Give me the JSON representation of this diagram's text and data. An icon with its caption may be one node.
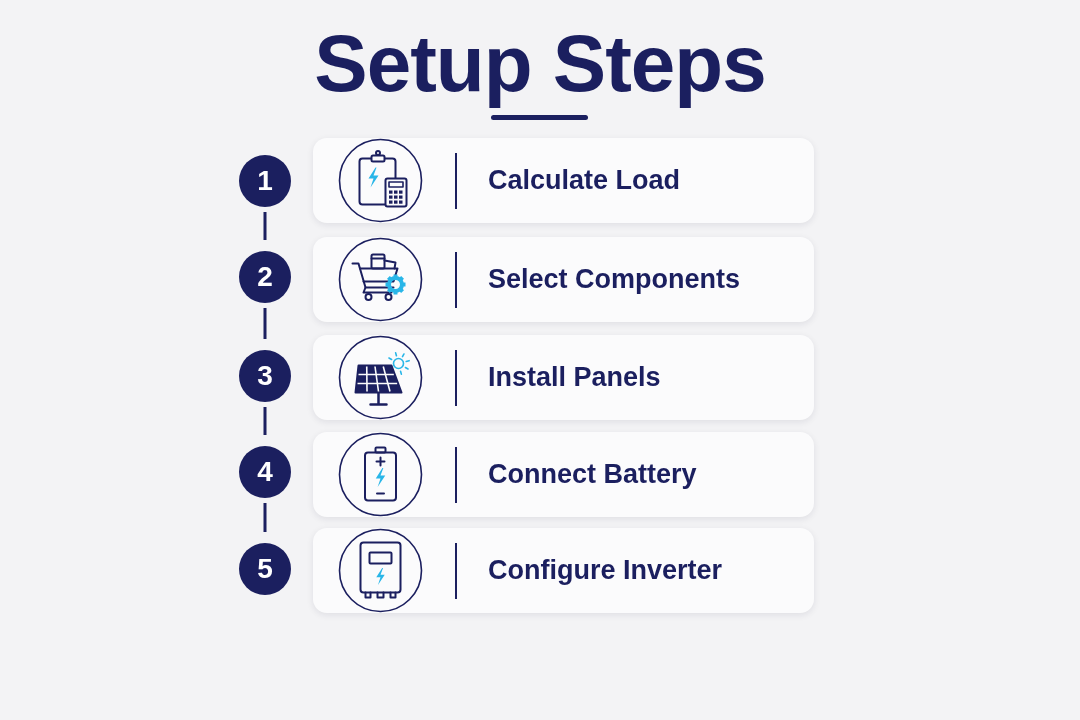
{
  "diagram": {
    "title": "Setup Steps",
    "nodes": [
      {
        "text": [
          "1"
        ]
      },
      {
        "text": [
          "Calculate Load"
        ]
      },
      {
        "text": [
          "2"
        ]
      },
      {
        "text": [
          "Select Components"
        ]
      },
      {
        "text": [
          "3"
        ]
      },
      {
        "text": [
          "Install Panels"
        ]
      },
      {
        "text": [
          "4"
        ]
      },
      {
        "text": [
          "Connect Battery"
        ]
      },
      {
        "text": [
          "5"
        ]
      },
      {
        "text": [
          "Configure Inverter"
        ]
      }
    ],
    "edges": [
      {
        "from": 0,
        "to": 2,
        "arrow": "none"
      },
      {
        "from": 2,
        "to": 4,
        "arrow": "none"
      },
      {
        "from": 4,
        "to": 6,
        "arrow": "none"
      },
      {
        "from": 6,
        "to": 8,
        "arrow": "none"
      }
    ]
  }
}
